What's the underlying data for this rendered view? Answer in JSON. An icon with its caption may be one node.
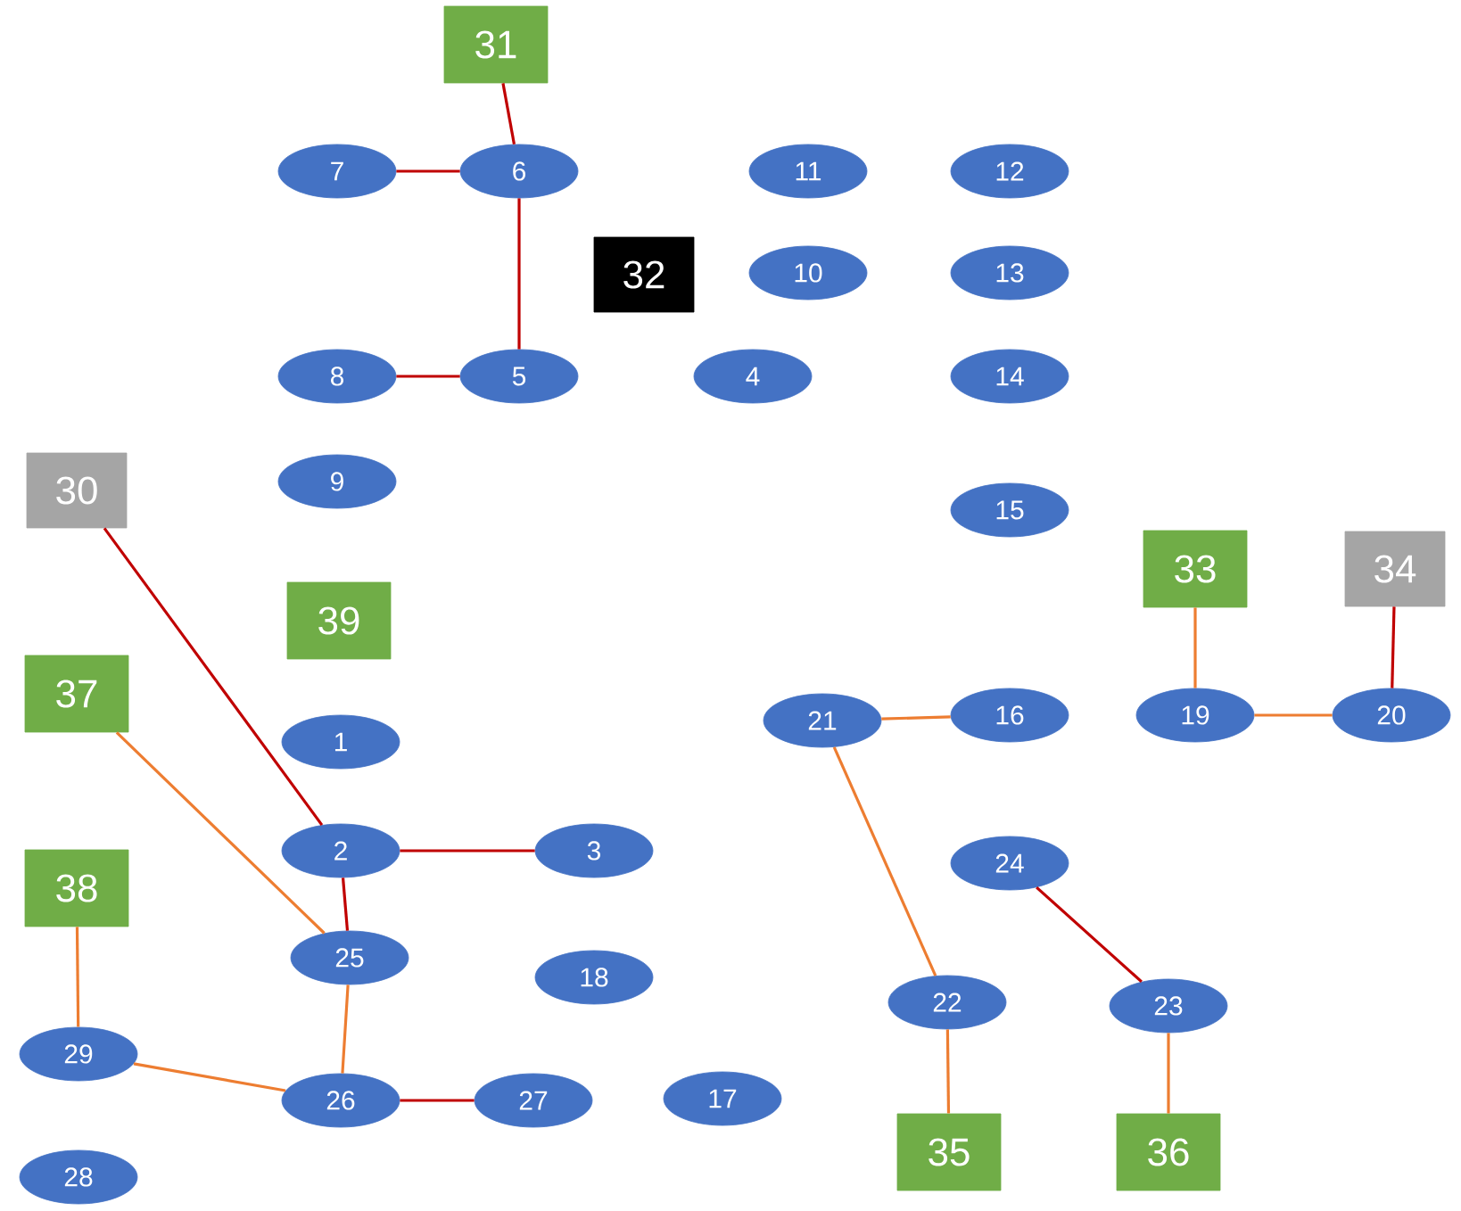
{
  "diagram": {
    "nodes": [
      {
        "text": [
          "1"
        ]
      },
      {
        "text": [
          "2"
        ]
      },
      {
        "text": [
          "3"
        ]
      },
      {
        "text": [
          "4"
        ]
      },
      {
        "text": [
          "5"
        ]
      },
      {
        "text": [
          "6"
        ]
      },
      {
        "text": [
          "7"
        ]
      },
      {
        "text": [
          "8"
        ]
      },
      {
        "text": [
          "9"
        ]
      },
      {
        "text": [
          "10"
        ]
      },
      {
        "text": [
          "11"
        ]
      },
      {
        "text": [
          "12"
        ]
      },
      {
        "text": [
          "13"
        ]
      },
      {
        "text": [
          "14"
        ]
      },
      {
        "text": [
          "15"
        ]
      },
      {
        "text": [
          "16"
        ]
      },
      {
        "text": [
          "17"
        ]
      },
      {
        "text": [
          "18"
        ]
      },
      {
        "text": [
          "19"
        ]
      },
      {
        "text": [
          "20"
        ]
      },
      {
        "text": [
          "21"
        ]
      },
      {
        "text": [
          "22"
        ]
      },
      {
        "text": [
          "23"
        ]
      },
      {
        "text": [
          "24"
        ]
      },
      {
        "text": [
          "25"
        ]
      },
      {
        "text": [
          "26"
        ]
      },
      {
        "text": [
          "27"
        ]
      },
      {
        "text": [
          "28"
        ]
      },
      {
        "text": [
          "29"
        ]
      },
      {
        "text": [
          "30"
        ]
      },
      {
        "text": [
          "31"
        ]
      },
      {
        "text": [
          "32"
        ]
      },
      {
        "text": [
          "33"
        ]
      },
      {
        "text": [
          "34"
        ]
      },
      {
        "text": [
          "35"
        ]
      },
      {
        "text": [
          "36"
        ]
      },
      {
        "text": [
          "37"
        ]
      },
      {
        "text": [
          "38"
        ]
      },
      {
        "text": [
          "39"
        ]
      }
    ],
    "edges": [
      {
        "from": 30,
        "to": 5,
        "arrow": "none",
        "color": "#c00000"
      },
      {
        "from": 6,
        "to": 5,
        "arrow": "none",
        "color": "#c00000"
      },
      {
        "from": 5,
        "to": 4,
        "arrow": "none",
        "color": "#c00000"
      },
      {
        "from": 7,
        "to": 4,
        "arrow": "none",
        "color": "#c00000"
      },
      {
        "from": 29,
        "to": 1,
        "arrow": "none",
        "color": "#c00000"
      },
      {
        "from": 1,
        "to": 2,
        "arrow": "none",
        "color": "#c00000"
      },
      {
        "from": 1,
        "to": 24,
        "arrow": "none",
        "color": "#c00000"
      },
      {
        "from": 25,
        "to": 26,
        "arrow": "none",
        "color": "#c00000"
      },
      {
        "from": 23,
        "to": 22,
        "arrow": "none",
        "color": "#c00000"
      },
      {
        "from": 33,
        "to": 19,
        "arrow": "none",
        "color": "#c00000"
      },
      {
        "from": 36,
        "to": 24,
        "arrow": "none",
        "color": "#ed7d31"
      },
      {
        "from": 37,
        "to": 28,
        "arrow": "none",
        "color": "#ed7d31"
      },
      {
        "from": 28,
        "to": 25,
        "arrow": "none",
        "color": "#ed7d31"
      },
      {
        "from": 24,
        "to": 25,
        "arrow": "none",
        "color": "#ed7d31"
      },
      {
        "from": 20,
        "to": 15,
        "arrow": "none",
        "color": "#ed7d31"
      },
      {
        "from": 20,
        "to": 21,
        "arrow": "none",
        "color": "#ed7d31"
      },
      {
        "from": 21,
        "to": 34,
        "arrow": "none",
        "color": "#ed7d31"
      },
      {
        "from": 22,
        "to": 35,
        "arrow": "none",
        "color": "#ed7d31"
      },
      {
        "from": 32,
        "to": 18,
        "arrow": "none",
        "color": "#ed7d31"
      },
      {
        "from": 18,
        "to": 19,
        "arrow": "none",
        "color": "#ed7d31"
      }
    ]
  }
}
